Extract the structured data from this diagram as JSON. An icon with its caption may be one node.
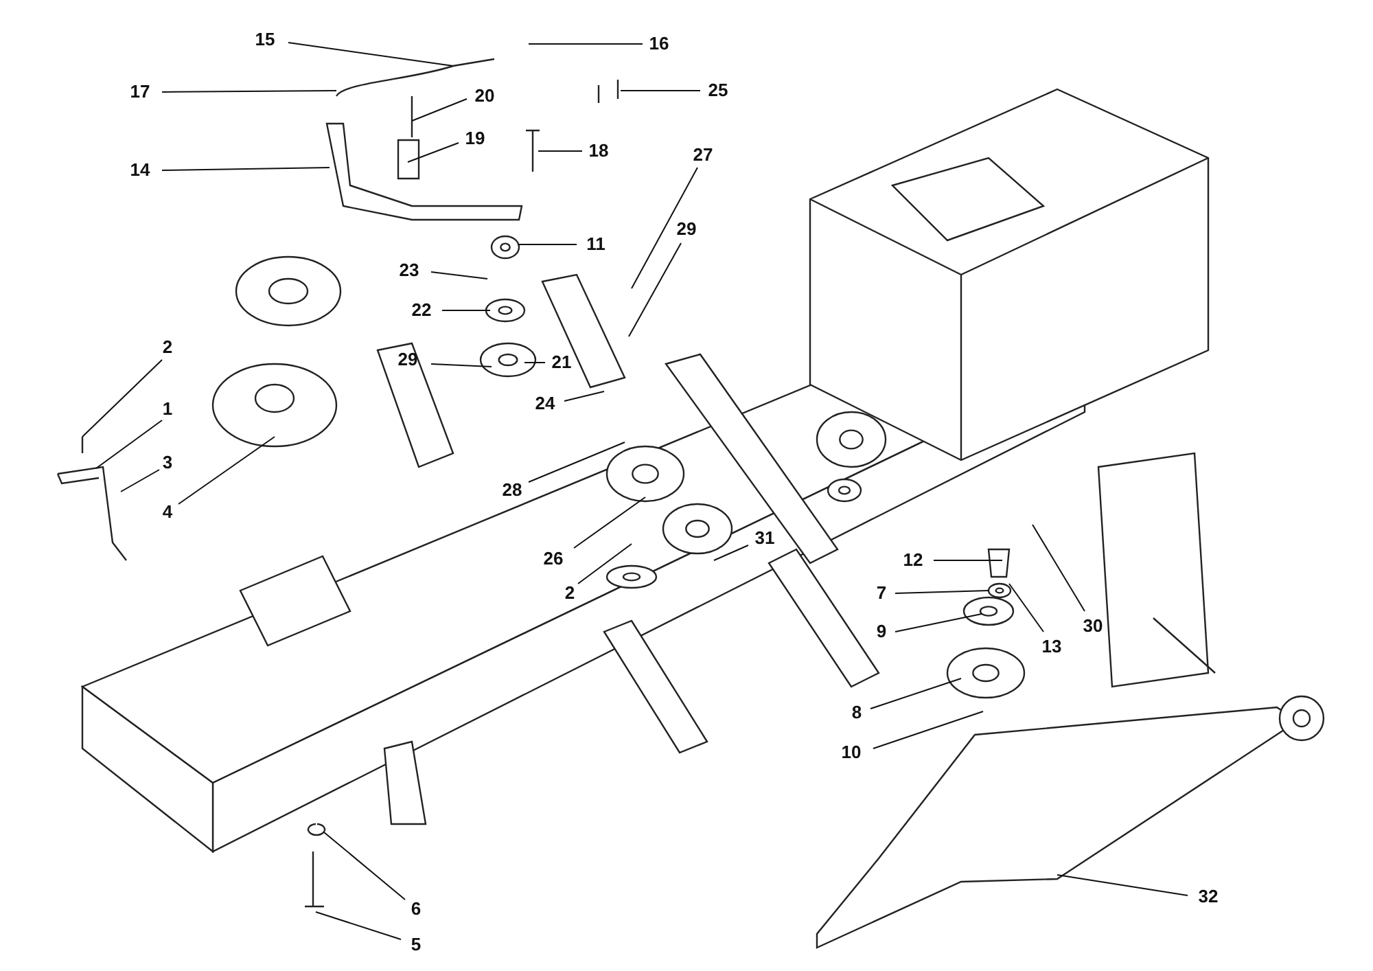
{
  "diagram": {
    "nodes": [
      {
        "text": [
          "15"
        ]
      },
      {
        "text": [
          "16"
        ]
      },
      {
        "text": [
          "17"
        ]
      },
      {
        "text": [
          "20"
        ]
      },
      {
        "text": [
          "25"
        ]
      },
      {
        "text": [
          "19"
        ]
      },
      {
        "text": [
          "18"
        ]
      },
      {
        "text": [
          "14"
        ]
      },
      {
        "text": [
          "27"
        ]
      },
      {
        "text": [
          "11"
        ]
      },
      {
        "text": [
          "29"
        ]
      },
      {
        "text": [
          "23"
        ]
      },
      {
        "text": [
          "22"
        ]
      },
      {
        "text": [
          "2"
        ]
      },
      {
        "text": [
          "29"
        ]
      },
      {
        "text": [
          "21"
        ]
      },
      {
        "text": [
          "24"
        ]
      },
      {
        "text": [
          "1"
        ]
      },
      {
        "text": [
          "3"
        ]
      },
      {
        "text": [
          "28"
        ]
      },
      {
        "text": [
          "4"
        ]
      },
      {
        "text": [
          "26"
        ]
      },
      {
        "text": [
          "31"
        ]
      },
      {
        "text": [
          "12"
        ]
      },
      {
        "text": [
          "2"
        ]
      },
      {
        "text": [
          "7"
        ]
      },
      {
        "text": [
          "13"
        ]
      },
      {
        "text": [
          "30"
        ]
      },
      {
        "text": [
          "9"
        ]
      },
      {
        "text": [
          "8"
        ]
      },
      {
        "text": [
          "10"
        ]
      },
      {
        "text": [
          "6"
        ]
      },
      {
        "text": [
          "5"
        ]
      },
      {
        "text": [
          "32"
        ]
      }
    ],
    "edges": [
      {
        "from": 0,
        "to": null,
        "arrow": "none"
      },
      {
        "from": 1,
        "to": null,
        "arrow": "none"
      },
      {
        "from": 2,
        "to": null,
        "arrow": "none"
      },
      {
        "from": 3,
        "to": null,
        "arrow": "none"
      },
      {
        "from": 4,
        "to": null,
        "arrow": "none"
      },
      {
        "from": 5,
        "to": null,
        "arrow": "none"
      },
      {
        "from": 6,
        "to": null,
        "arrow": "none"
      },
      {
        "from": 7,
        "to": null,
        "arrow": "none"
      },
      {
        "from": 8,
        "to": null,
        "arrow": "none"
      },
      {
        "from": 9,
        "to": null,
        "arrow": "none"
      },
      {
        "from": 10,
        "to": null,
        "arrow": "none"
      },
      {
        "from": 11,
        "to": null,
        "arrow": "none"
      },
      {
        "from": 12,
        "to": null,
        "arrow": "none"
      },
      {
        "from": 13,
        "to": null,
        "arrow": "none"
      },
      {
        "from": 14,
        "to": null,
        "arrow": "none"
      },
      {
        "from": 15,
        "to": null,
        "arrow": "none"
      },
      {
        "from": 16,
        "to": null,
        "arrow": "none"
      },
      {
        "from": 17,
        "to": null,
        "arrow": "none"
      },
      {
        "from": 18,
        "to": null,
        "arrow": "none"
      },
      {
        "from": 19,
        "to": null,
        "arrow": "none"
      },
      {
        "from": 20,
        "to": null,
        "arrow": "none"
      },
      {
        "from": 21,
        "to": null,
        "arrow": "none"
      },
      {
        "from": 22,
        "to": null,
        "arrow": "none"
      },
      {
        "from": 23,
        "to": null,
        "arrow": "none"
      },
      {
        "from": 24,
        "to": null,
        "arrow": "none"
      },
      {
        "from": 25,
        "to": null,
        "arrow": "none"
      },
      {
        "from": 26,
        "to": null,
        "arrow": "none"
      },
      {
        "from": 27,
        "to": null,
        "arrow": "none"
      },
      {
        "from": 28,
        "to": null,
        "arrow": "none"
      },
      {
        "from": 29,
        "to": null,
        "arrow": "none"
      },
      {
        "from": 30,
        "to": null,
        "arrow": "none"
      },
      {
        "from": 31,
        "to": null,
        "arrow": "none"
      },
      {
        "from": 32,
        "to": null,
        "arrow": "none"
      },
      {
        "from": 33,
        "to": null,
        "arrow": "none"
      }
    ]
  }
}
